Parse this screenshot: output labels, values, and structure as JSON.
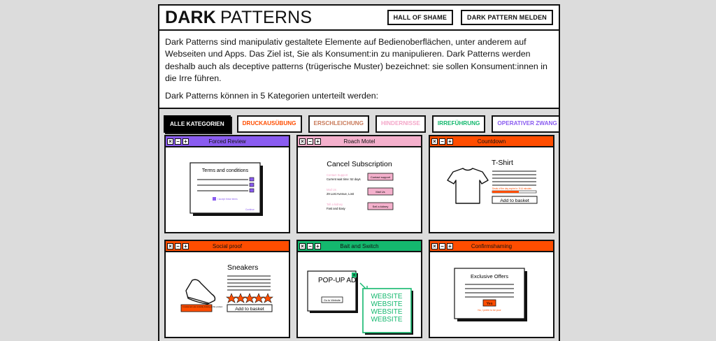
{
  "header": {
    "logo_bold": "DARK",
    "logo_light": "PATTERNS",
    "hall_of_shame": "HALL OF SHAME",
    "report": "DARK PATTERN MELDEN"
  },
  "intro": {
    "paragraph1": "Dark Patterns sind manipulativ gestaltete Elemente auf Bedienoberflächen, unter anderem auf Webseiten und Apps. Das Ziel ist, Sie als Konsument:in zu manipulieren. Dark Patterns werden deshalb auch als deceptive patterns (trügerische Muster) bezeichnet: sie sollen Konsument:innen in die Irre führen.",
    "paragraph2": "Dark Patterns können in 5 Kategorien unterteilt werden:"
  },
  "filters": [
    {
      "label": "ALLE KATEGORIEN",
      "color": "#000000",
      "active": true
    },
    {
      "label": "DRUCKAUSÜBUNG",
      "color": "#ff4d00"
    },
    {
      "label": "ERSCHLEICHUNG",
      "color": "#c97a5a"
    },
    {
      "label": "HINDERNISSE",
      "color": "#f4a6c8"
    },
    {
      "label": "IRREFÜHRUNG",
      "color": "#14b86e"
    },
    {
      "label": "OPERATIVER ZWANG",
      "color": "#8a5cf0"
    }
  ],
  "window_controls": {
    "close": "×",
    "minimize": "−",
    "maximize": "+"
  },
  "cards": [
    {
      "title": "Forced Review",
      "color": "#8a5cf0"
    },
    {
      "title": "Roach Motel",
      "color": "#f4b0cc"
    },
    {
      "title": "Countdown",
      "color": "#ff4d00"
    },
    {
      "title": "Social proof",
      "color": "#ff4d00"
    },
    {
      "title": "Bait and Switch",
      "color": "#14b86e"
    },
    {
      "title": "Confirmshaming",
      "color": "#ff4d00"
    }
  ],
  "illustrations": {
    "forced_review": {
      "heading": "Terms and conditions",
      "checkbox_label": "I accept these terms",
      "continue": "Continue"
    },
    "roach_motel": {
      "heading": "Cancel Subscription",
      "rows": [
        {
          "label": "Contact Support",
          "detail": "Current wait time: 52 days",
          "button": "Contact support"
        },
        {
          "label": "Mail Us",
          "detail": "29 Lost Avenue, Lost",
          "button": "Mail Us"
        },
        {
          "label": "Tell a kidney",
          "detail": "Fast and Easy",
          "button": "Sell a kidney"
        }
      ]
    },
    "countdown": {
      "heading": "T-Shirt",
      "timer": "Deals of the day expire in: 9:14 minutes",
      "button": "Add to basket"
    },
    "social_proof": {
      "heading": "Sneakers",
      "badge": "4 customers are currently looking at this product",
      "button": "Add to basket"
    },
    "bait_switch": {
      "popup": "POP-UP AD",
      "goto": "Go to Website",
      "website": "WEBSITE"
    },
    "confirmshaming": {
      "heading": "Exclusive Offers",
      "yes": "Yes",
      "no": "No, I prefer to be poor"
    }
  }
}
